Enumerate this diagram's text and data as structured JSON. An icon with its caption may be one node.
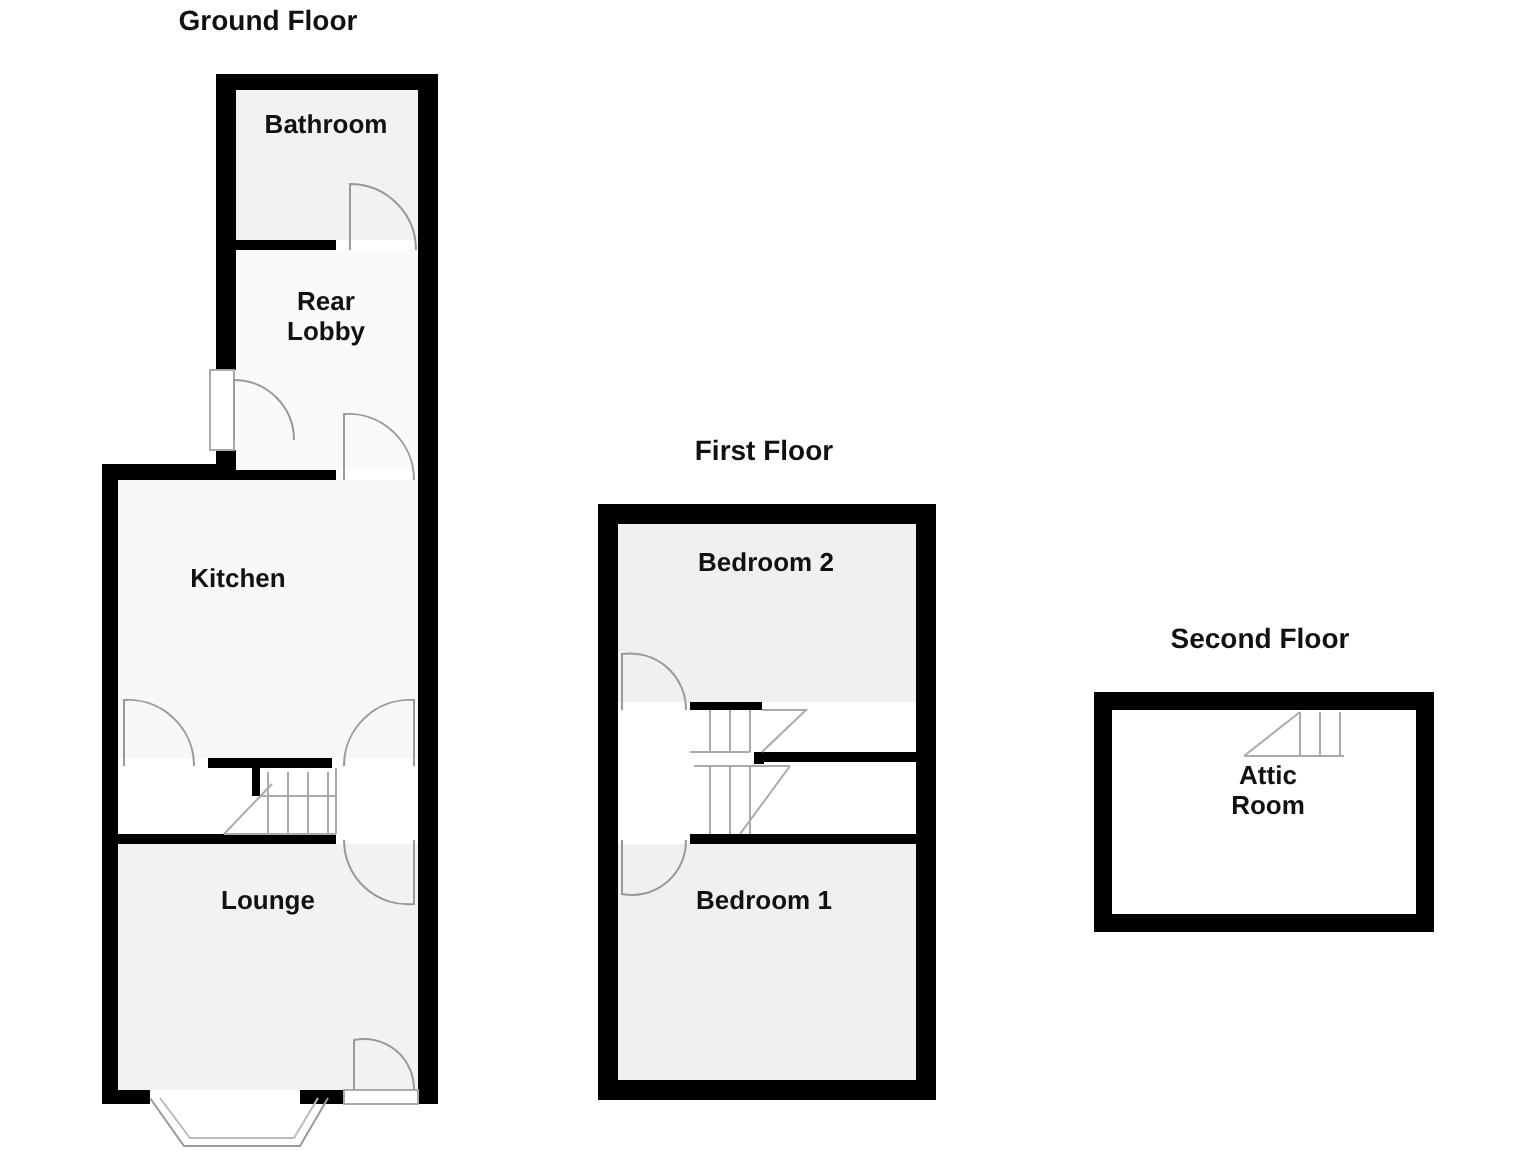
{
  "diagram": {
    "nodes": [
      {
        "text": [
          "Bathroom"
        ]
      },
      {
        "text": [
          "Rear Lobby"
        ]
      },
      {
        "text": [
          "Kitchen"
        ]
      },
      {
        "text": [
          "Lounge"
        ]
      },
      {
        "text": [
          "Bedroom 2"
        ]
      },
      {
        "text": [
          "Bedroom 1"
        ]
      },
      {
        "text": [
          "Attic Room"
        ]
      }
    ],
    "labels": [
      "Ground Floor",
      "First Floor",
      "Second Floor"
    ]
  }
}
